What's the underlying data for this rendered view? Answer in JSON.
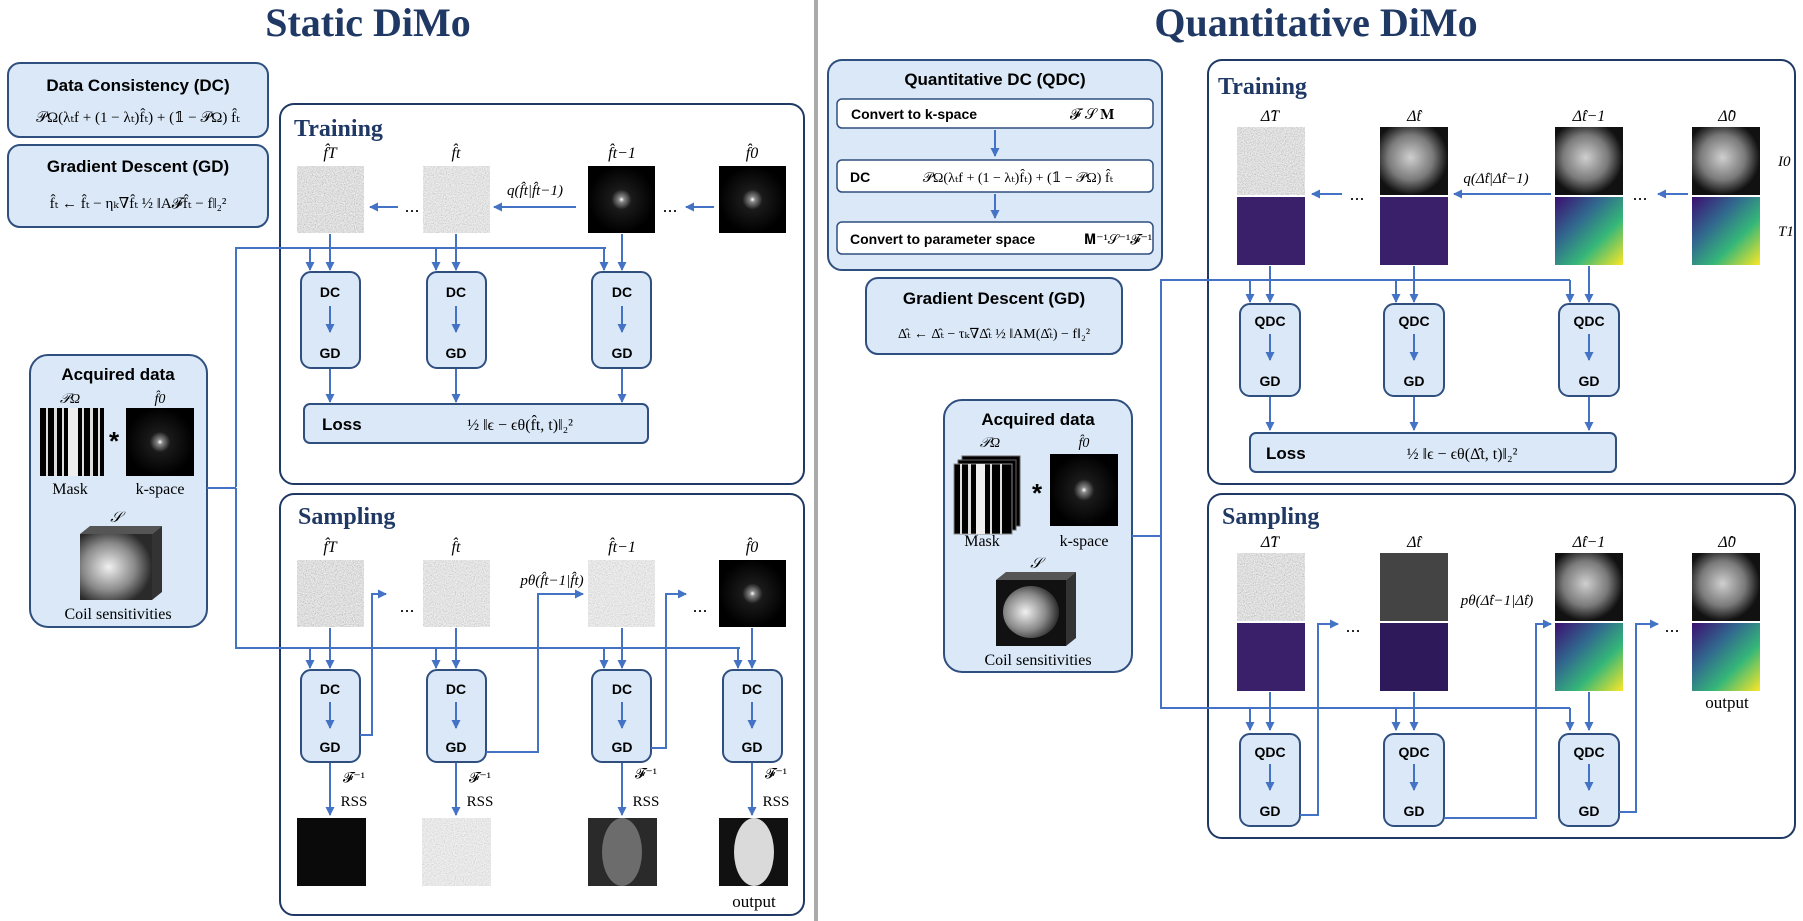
{
  "titles": {
    "left": "Static DiMo",
    "right": "Quantitative DiMo"
  },
  "left": {
    "dc_box": {
      "title": "Data Consistency (DC)",
      "formula": "𝒫Ω(λₜf + (1 − λₜ)f̂ₜ) + (𝟙 − 𝒫Ω) f̂ₜ"
    },
    "gd_box": {
      "title": "Gradient Descent (GD)",
      "formula": "f̂ₜ ← f̂ₜ − ηₖ∇f̂ₜ ½ ‖A𝓕f̂ₜ − f‖₂²"
    },
    "training": {
      "title": "Training",
      "f_T": "f̂T",
      "f_t": "f̂t",
      "f_t1": "f̂t−1",
      "f_0": "f̂0",
      "q_label": "q(f̂t|f̂t−1)",
      "dots": "...",
      "dc": "DC",
      "gd": "GD",
      "loss_label": "Loss",
      "loss_formula": "½ ‖ϵ − ϵθ(f̂t, t)‖₂²"
    },
    "acquired": {
      "title": "Acquired data",
      "p_omega": "𝒫Ω",
      "f0": "f̂0",
      "star": "*",
      "mask": "Mask",
      "kspace": "k-space",
      "s": "𝒮",
      "coil": "Coil sensitivities"
    },
    "sampling": {
      "title": "Sampling",
      "f_T": "f̂T",
      "f_t": "f̂t",
      "f_t1": "f̂t−1",
      "f_0": "f̂0",
      "p_label": "pθ(f̂t−1|f̂t)",
      "dots": "...",
      "dc": "DC",
      "gd": "GD",
      "finv": "𝓕⁻¹",
      "rss": "RSS",
      "output": "output"
    }
  },
  "right": {
    "qdc_box": {
      "title": "Quantitative DC (QDC)",
      "row1_label": "Convert to k-space",
      "row1_formula": "𝓕 𝒮 𝐌",
      "row2_label": "DC",
      "row2_formula": "𝒫Ω(λₜf + (1 − λₜ)f̂ₜ) + (𝟙 − 𝒫Ω) f̂ₜ",
      "row3_label": "Convert to parameter space",
      "row3_formula": "𝐌⁻¹𝒮⁻¹𝓕⁻¹"
    },
    "gd_box": {
      "title": "Gradient Descent (GD)",
      "formula": "Δ̂ₜ ← Δ̂ₜ − τₖ∇Δ̂ₜ ½ ‖AM(Δ̂ₜ) − f‖₂²"
    },
    "training": {
      "title": "Training",
      "d_T": "Δ̂T",
      "d_t": "Δ̂t",
      "d_t1": "Δ̂t−1",
      "d_0": "Δ̂0",
      "q_label": "q(Δ̂t|Δ̂t−1)",
      "i0": "I0",
      "t1": "T1",
      "dots": "...",
      "qdc": "QDC",
      "gd": "GD",
      "loss_label": "Loss",
      "loss_formula": "½ ‖ϵ − ϵθ(Δ̂t, t)‖₂²"
    },
    "acquired": {
      "title": "Acquired data",
      "p_omega": "𝒫Ω",
      "f0": "f̂0",
      "star": "*",
      "mask": "Mask",
      "kspace": "k-space",
      "s": "𝒮",
      "coil": "Coil sensitivities"
    },
    "sampling": {
      "title": "Sampling",
      "d_T": "Δ̂T",
      "d_t": "Δ̂t",
      "d_t1": "Δ̂t−1",
      "d_0": "Δ̂0",
      "p_label": "pθ(Δ̂t−1|Δ̂t)",
      "dots": "...",
      "qdc": "QDC",
      "gd": "GD",
      "output": "output"
    }
  },
  "colors": {
    "title": "#1f3864",
    "box_fill": "#dae8f7",
    "box_stroke": "#2f4f7f",
    "arrow": "#4472c4",
    "divider": "#aaaaaa"
  }
}
